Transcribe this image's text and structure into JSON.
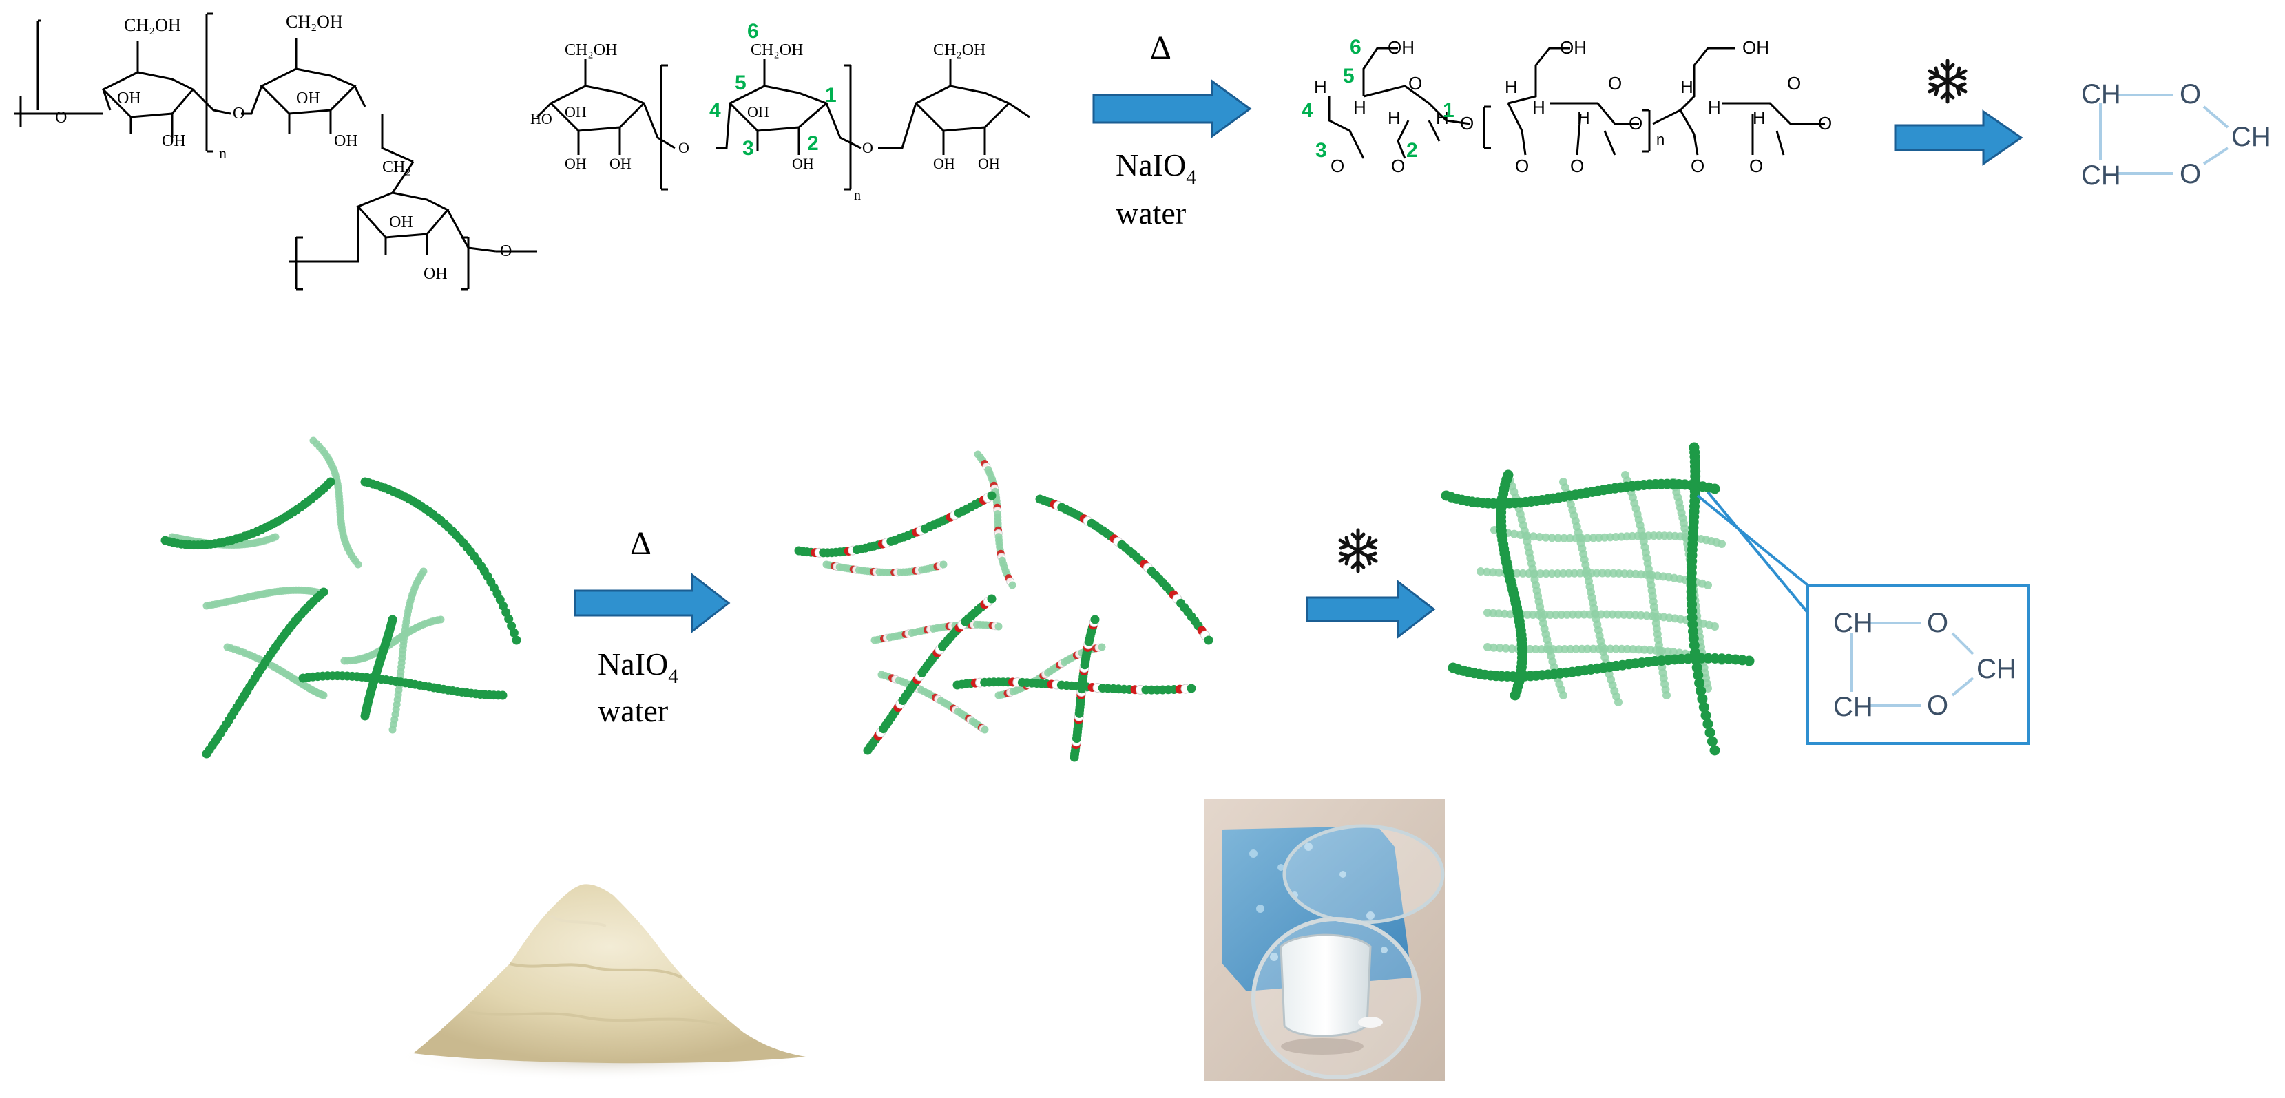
{
  "colors": {
    "arrow": "#2f91cf",
    "arrow_edge": "#1b5e93",
    "chain_dark": "#1e9a47",
    "chain_light": "#8fd1a6",
    "numbering": "#00b050",
    "acetal_bond": "#a9cde6",
    "acetal_text": "#3b4f66",
    "callout_border": "#2e8fd0",
    "oxidized_red": "#d21d1d"
  },
  "icons": {
    "heat": "delta-symbol",
    "freeze": "snowflake-icon",
    "reaction_arrow": "block-arrow-right"
  },
  "top_row": {
    "structure1": {
      "ch2oh_a": "CH₂OH",
      "ch2oh_b": "CH₂OH",
      "oh_a1": "OH",
      "oh_a2": "OH",
      "oh_b1": "OH",
      "oh_b2": "OH",
      "ch2": "CH₂",
      "oh_c1": "OH",
      "oh_c2": "OH",
      "n": "n",
      "o1": "O",
      "o2": "O",
      "o3": "O"
    },
    "structure2": {
      "ch2oh_a": "CH₂OH",
      "ch2oh_b": "CH₂OH",
      "ch2oh_c": "CH₂OH",
      "oh_labels": [
        "HO",
        "OH",
        "OH",
        "OH",
        "OH",
        "OH",
        "OH",
        "OH"
      ],
      "n": "n",
      "o1": "O",
      "o2": "O",
      "numbers": [
        "6",
        "5",
        "1",
        "4",
        "3",
        "2"
      ]
    },
    "arrow": {
      "above": "Δ",
      "below_line1": "NaIO",
      "below_sub": "4",
      "below_line2": "water"
    },
    "structure3": {
      "oh1": "OH",
      "oh2": "OH",
      "oh3": "OH",
      "h_labels": [
        "H",
        "H",
        "H",
        "H",
        "H",
        "H",
        "H",
        "H",
        "H",
        "H"
      ],
      "o_ring": [
        "O",
        "O",
        "O"
      ],
      "o_carbonyl": [
        "O",
        "O",
        "O",
        "O",
        "O",
        "O"
      ],
      "o_link": [
        "O",
        "O",
        "O"
      ],
      "n": "n",
      "numbers": [
        "6",
        "5",
        "4",
        "3",
        "2",
        "1"
      ]
    },
    "acetal": {
      "ch_top": "CH",
      "ch_bottom": "CH",
      "o_top": "O",
      "o_bottom": "O",
      "ch_right": "CH"
    }
  },
  "middle_row": {
    "arrow1": {
      "above": "Δ",
      "below_line1": "NaIO",
      "below_sub": "4",
      "below_line2": "water"
    },
    "callout": {
      "ch_top": "CH",
      "ch_bottom": "CH",
      "o_top": "O",
      "o_bottom": "O",
      "ch_right": "CH"
    }
  },
  "bottom_row": {
    "powder_photo": "beige powder pile",
    "hydrogel_photo": "petri dishes with blue sponge and white cryogel"
  }
}
